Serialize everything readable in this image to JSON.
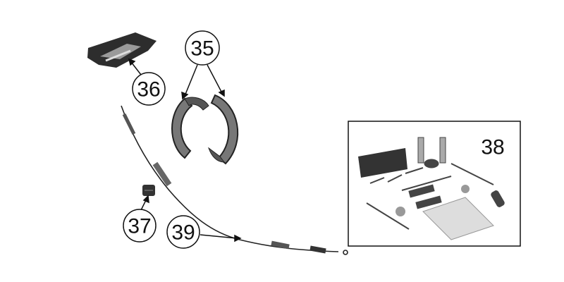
{
  "callouts": {
    "brake_shoes": "35",
    "bracket": "36",
    "grommet": "37",
    "hardware_kit": "38",
    "cable": "39"
  },
  "colors": {
    "line": "#111111",
    "part_fill": "#8a8a8a",
    "part_dark": "#333333"
  }
}
